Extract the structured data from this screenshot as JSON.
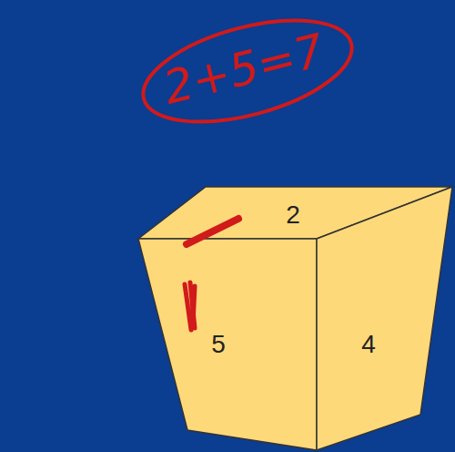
{
  "diagram": {
    "labels": [
      "2+5=7",
      "2",
      "5",
      "4"
    ]
  }
}
